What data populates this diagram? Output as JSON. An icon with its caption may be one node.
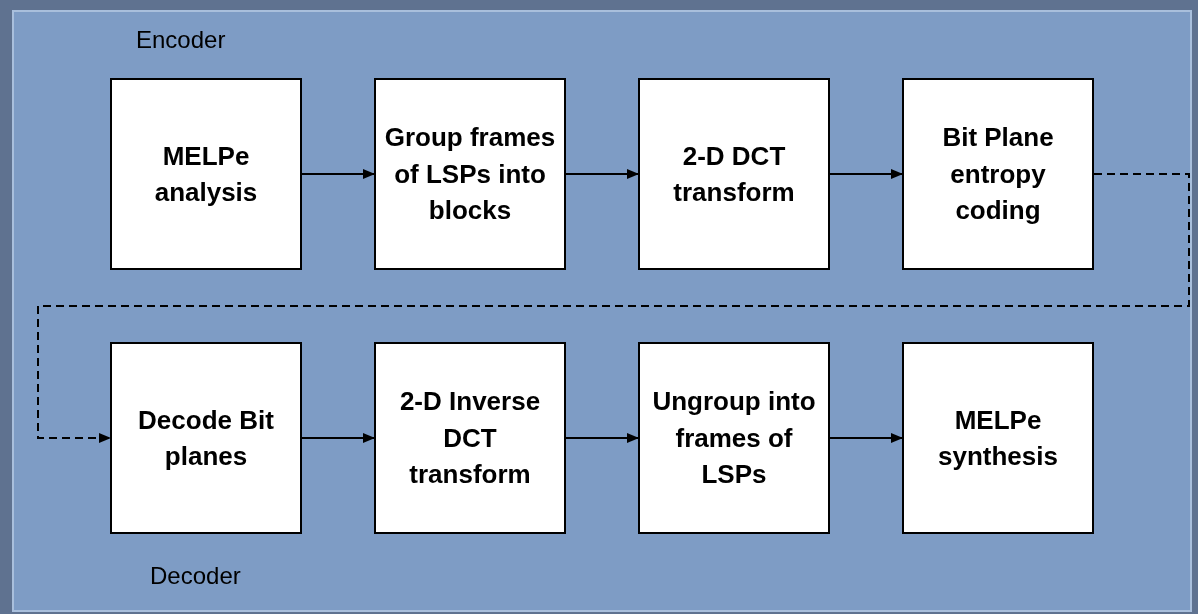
{
  "diagram": {
    "nodes": [
      {
        "text": [
          "MELPe analysis"
        ]
      },
      {
        "text": [
          "Group frames of LSPs into blocks"
        ]
      },
      {
        "text": [
          "2-D DCT transform"
        ]
      },
      {
        "text": [
          "Bit Plane entropy coding"
        ]
      },
      {
        "text": [
          "Decode Bit planes"
        ]
      },
      {
        "text": [
          "2-D Inverse DCT transform"
        ]
      },
      {
        "text": [
          "Ungroup into frames of LSPs"
        ]
      },
      {
        "text": [
          "MELPe synthesis"
        ]
      }
    ],
    "edges": [
      {
        "from": 0,
        "to": 1,
        "arrow": "to"
      },
      {
        "from": 1,
        "to": 2,
        "arrow": "to"
      },
      {
        "from": 2,
        "to": 3,
        "arrow": "to"
      },
      {
        "from": 3,
        "to": 4,
        "arrow": "to",
        "style": "dashed"
      },
      {
        "from": 4,
        "to": 5,
        "arrow": "to"
      },
      {
        "from": 5,
        "to": 6,
        "arrow": "to"
      },
      {
        "from": 6,
        "to": 7,
        "arrow": "to"
      }
    ],
    "labels": [
      "Encoder",
      "Decoder"
    ]
  }
}
